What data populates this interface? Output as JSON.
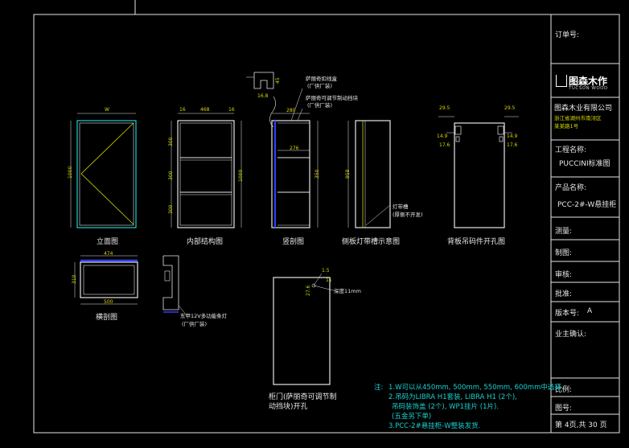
{
  "title_block": {
    "order_no_label": "订单号:",
    "logo_text": "图森木作",
    "logo_sub": "TUCSON WOOD",
    "company": "图森木业有限公司",
    "address_line1": "浙江省湖州市南浔区",
    "address_line2": "某某路1号",
    "project_label": "工程名称:",
    "project_value": "PUCCINI标准图",
    "product_label": "产品名称:",
    "product_value": "PCC-2#-W悬挂柜",
    "measure_label": "测量:",
    "draft_label": "制图:",
    "review_label": "审核:",
    "approve_label": "批准:",
    "version_label": "版本号:",
    "version_value": "A",
    "owner_label": "业主确认:",
    "scale_label": "比例:",
    "drawing_no_label": "图号:",
    "page_info": "第 4页,共 30 页"
  },
  "views": {
    "elevation": "立面图",
    "internal": "内部结构图",
    "vertical_section": "竖剖图",
    "side_light": "侧板灯带槽示意图",
    "back_hanger": "背板吊码件开孔图",
    "cross_section": "横剖图",
    "door": "柜门(萨丽奇可调节制动挡块)开孔"
  },
  "annotations": {
    "buckle_box": "萨丽奇扣线盒",
    "factory1": "(厂供厂装)",
    "adjustable_stop": "萨丽奇可调节制动挡块",
    "factory2": "(厂供厂装)",
    "light_groove": "灯带槽",
    "not_open": "(厚侧不开发)",
    "led_strip": "东甲12V多功能条灯",
    "factory3": "(厂供厂装)",
    "hole_depth": "深度11mm"
  },
  "notes": {
    "prefix": "注:",
    "line1": "1.W可以从450mm, 500mm, 550mm, 600mm中选择.",
    "line2": "2.吊码为LIBRA H1套装, LIBRA H1 (2个),",
    "line3": "吊码装饰盖 (2个), WP1挂片 (1片).",
    "line4": "(五金另下单)",
    "line5": "3.PCC-2#悬挂柜-W整装发货."
  },
  "dims": {
    "elev_top": "W",
    "elev_side": "1000",
    "int_top_a": "16",
    "int_top_b": "468",
    "int_top_c": "16",
    "int_side_total": "1000",
    "int_s1": "300",
    "int_s2": "300",
    "int_s3": "300",
    "vs_top": "280",
    "vs_mid": "276",
    "vs_side": "350",
    "side_h": "958",
    "back_l1": "29.5",
    "back_r1": "29.5",
    "back_l2": "14.9",
    "back_l3": "17.6",
    "back_r2": "14.9",
    "back_r3": "17.6",
    "cs_top": "474",
    "cs_bottom": "500",
    "cs_side": "310",
    "door_a": "1.5",
    "door_b": "27.6",
    "door_c": "11",
    "detail_a": "16.8",
    "detail_b": "45"
  },
  "colors": {
    "background": "#000000",
    "frame": "#e6e6e6",
    "geometry": "#1ad0d0",
    "dimension": "#d8d800",
    "led": "#3040ff"
  }
}
